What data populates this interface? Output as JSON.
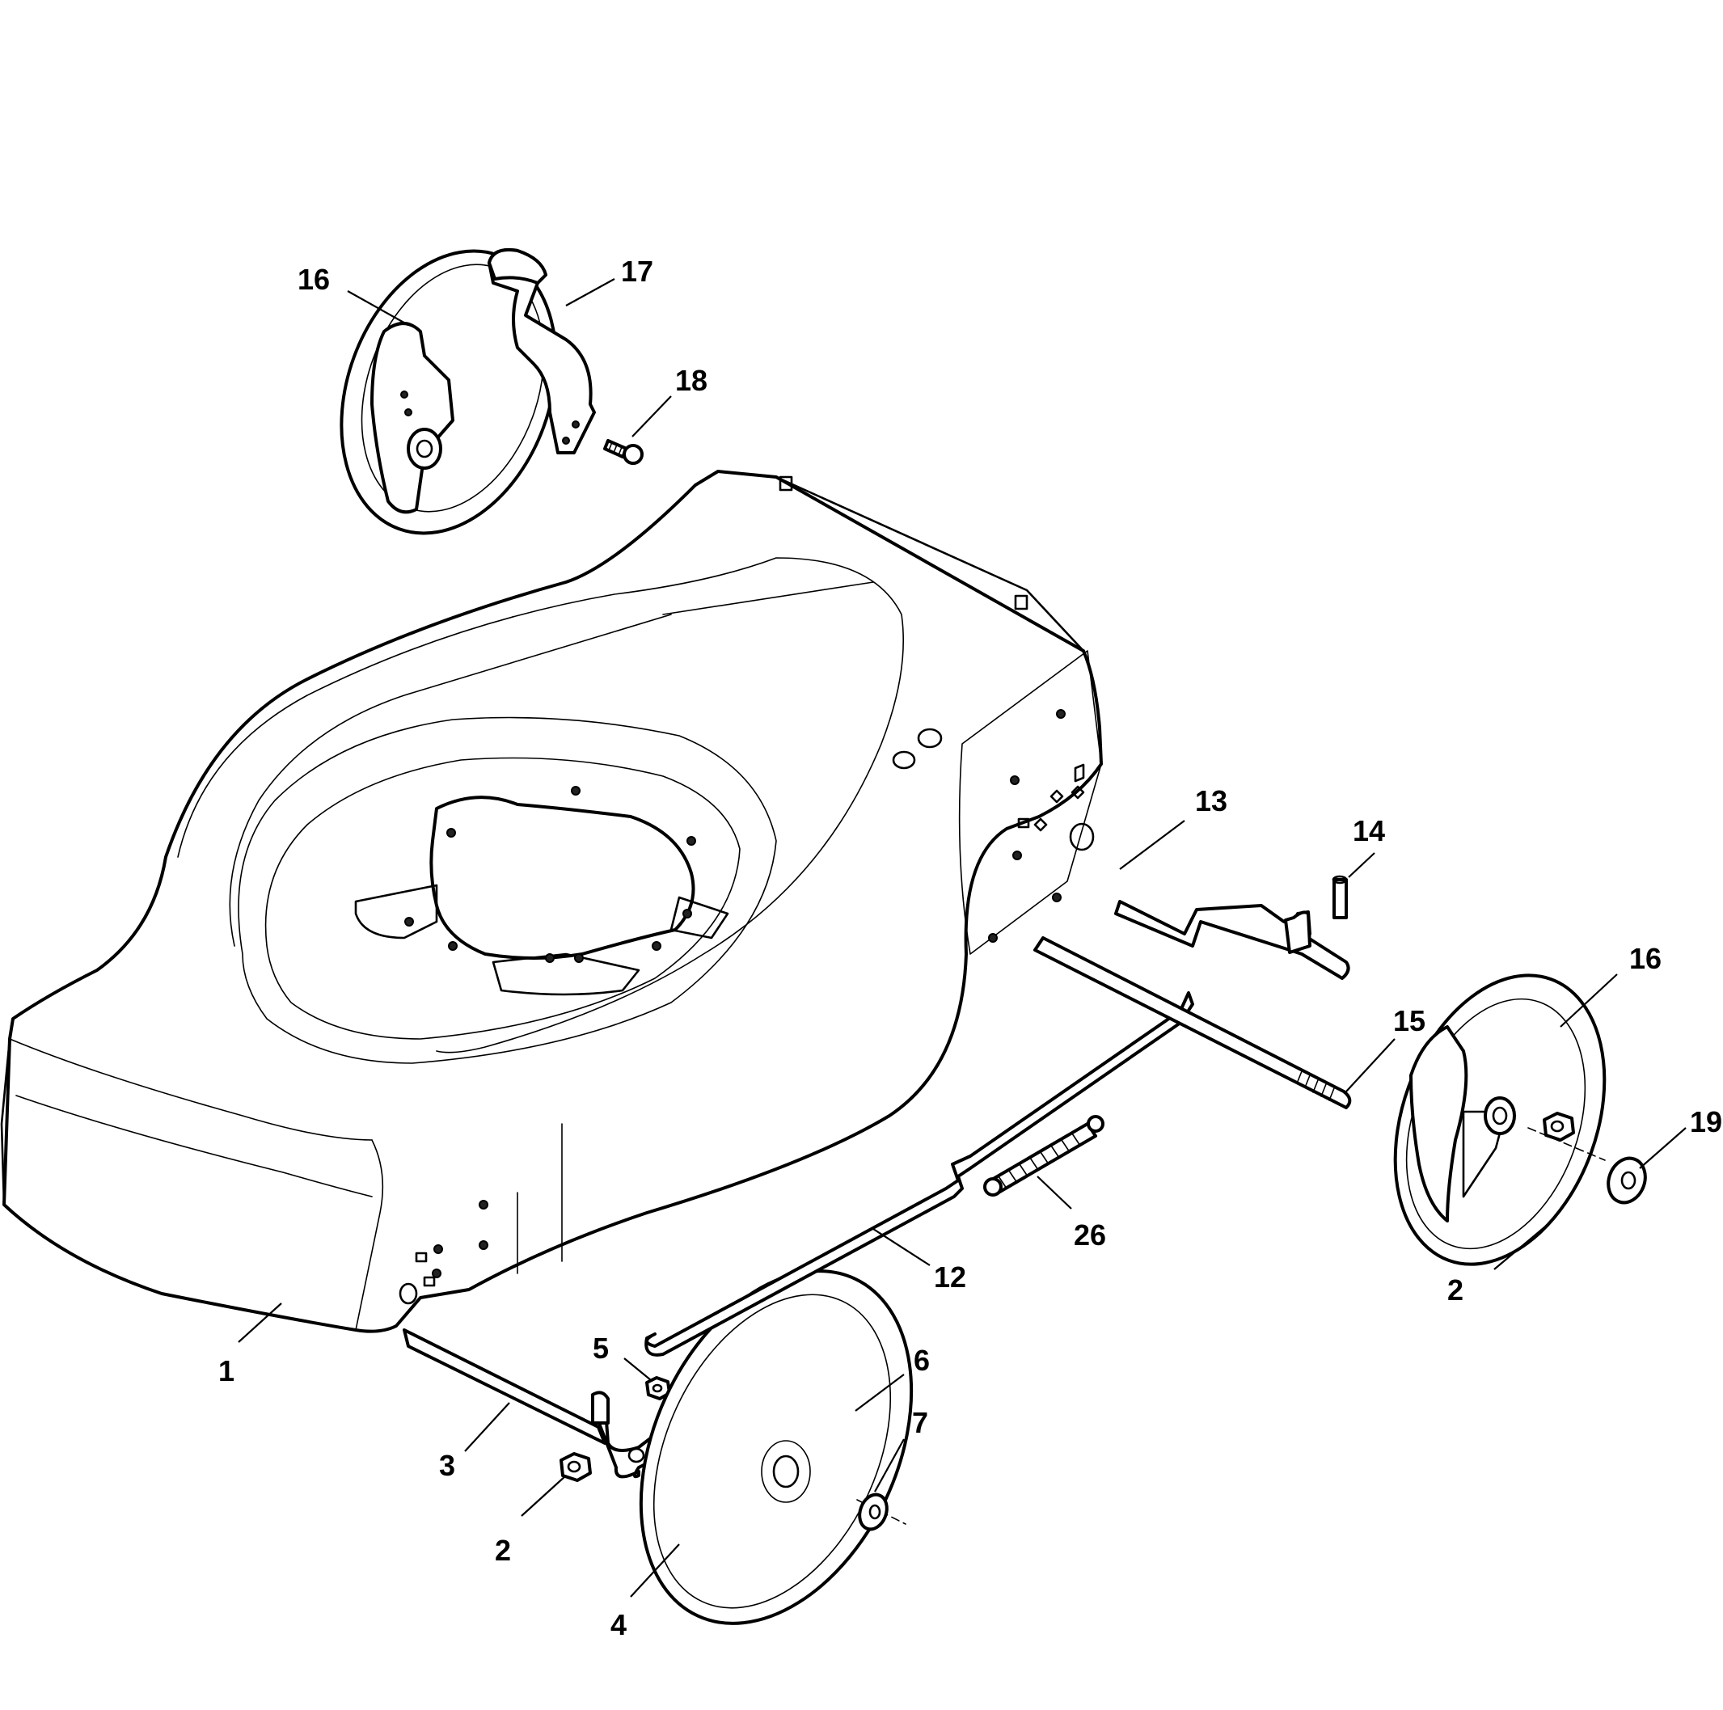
{
  "callouts": [
    {
      "id": "c1",
      "label": "1"
    },
    {
      "id": "c2a",
      "label": "2"
    },
    {
      "id": "c2b",
      "label": "2"
    },
    {
      "id": "c3",
      "label": "3"
    },
    {
      "id": "c4",
      "label": "4"
    },
    {
      "id": "c5",
      "label": "5"
    },
    {
      "id": "c6",
      "label": "6"
    },
    {
      "id": "c7",
      "label": "7"
    },
    {
      "id": "c12",
      "label": "12"
    },
    {
      "id": "c13",
      "label": "13"
    },
    {
      "id": "c14",
      "label": "14"
    },
    {
      "id": "c15",
      "label": "15"
    },
    {
      "id": "c16a",
      "label": "16"
    },
    {
      "id": "c16b",
      "label": "16"
    },
    {
      "id": "c17",
      "label": "17"
    },
    {
      "id": "c18",
      "label": "18"
    },
    {
      "id": "c19",
      "label": "19"
    },
    {
      "id": "c26",
      "label": "26"
    }
  ]
}
